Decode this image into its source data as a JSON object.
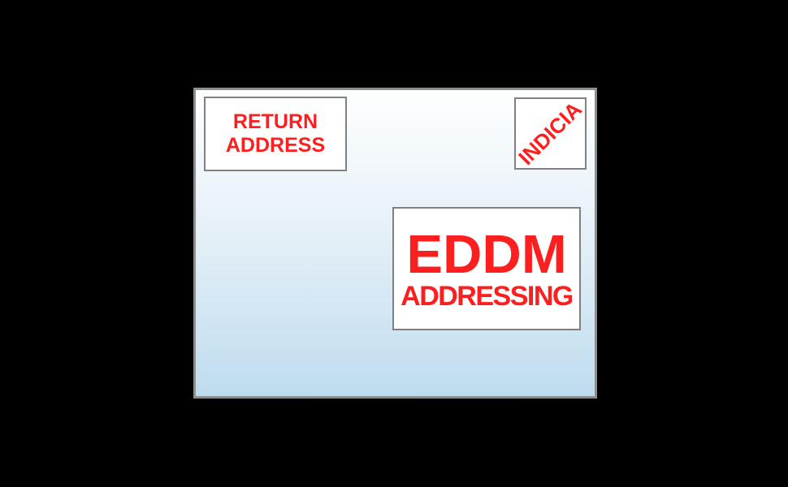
{
  "colors": {
    "page_bg": "#000000",
    "envelope_top": "#feffff",
    "envelope_bottom": "#bedcef",
    "envelope_border": "#8b8f92",
    "box_border": "#808080",
    "box_bg": "#ffffff",
    "text_red": "#fc1f1f"
  },
  "labels": {
    "return_address": {
      "line1": "RETURN",
      "line2": "ADDRESS"
    },
    "indicia": "INDICIA",
    "eddm": {
      "line1": "EDDM",
      "line2": "ADDRESSING"
    }
  }
}
